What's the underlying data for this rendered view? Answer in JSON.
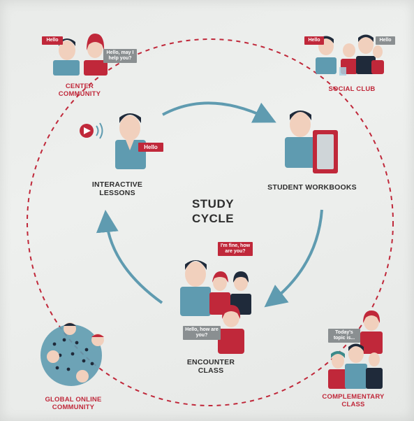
{
  "title": [
    "STUDY",
    "CYCLE"
  ],
  "inner_nodes": {
    "interactive_lessons": [
      "INTERACTIVE",
      "LESSONS"
    ],
    "student_workbooks": [
      "STUDENT WORKBOOKS"
    ],
    "encounter_class": [
      "ENCOUNTER",
      "CLASS"
    ]
  },
  "outer_nodes": {
    "center_community": [
      "CENTER",
      "COMMUNITY"
    ],
    "social_club": [
      "SOCIAL CLUB"
    ],
    "global_online_community": [
      "GLOBAL ONLINE",
      "COMMUNITY"
    ],
    "complementary_class": [
      "COMPLEMENTARY",
      "CLASS"
    ]
  },
  "bubbles": {
    "center_hello": "Hello",
    "center_help": "Hello, may I help you?",
    "social_hello_left": "Hello",
    "social_hello_right": "Hello",
    "lessons_hello": "Hello",
    "encounter_fine": "I'm fine, how are you?",
    "encounter_hello": "Hello, how are you?",
    "complementary_topic": "Today's topic is..."
  },
  "colors": {
    "accent_red": "#c0283a",
    "cycle_arrow": "#5f9bb0",
    "bubble_gray": "#8a8f91",
    "text_dark": "#2e2e2e"
  }
}
